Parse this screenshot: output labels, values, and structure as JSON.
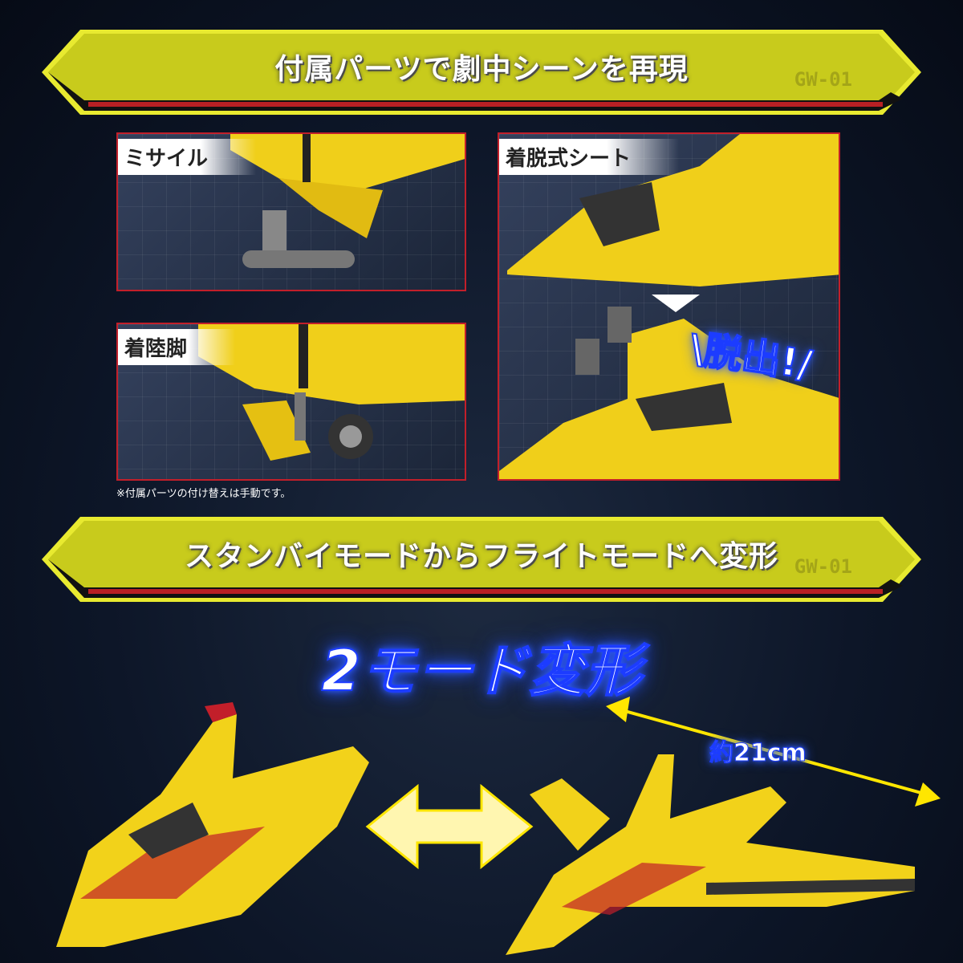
{
  "banners": [
    {
      "title": "付属パーツで劇中シーンを再現",
      "code": "GW-01"
    },
    {
      "title": "スタンバイモードからフライトモードへ変形",
      "code": "GW-01"
    }
  ],
  "panels": [
    {
      "label": "ミサイル"
    },
    {
      "label": "着陸脚"
    },
    {
      "label": "着脱式シート",
      "callout": "\\脱出!/"
    }
  ],
  "note": "※付属パーツの付け替えは手動です。",
  "headline": "2モード変形",
  "size_label": "約21cm",
  "colors": {
    "banner": "#c9cc1a",
    "banner_outline": "#eef03a",
    "accent_red": "#c21f2a",
    "glow_blue": "#2f5cff",
    "model_yellow": "#f2d21a"
  }
}
